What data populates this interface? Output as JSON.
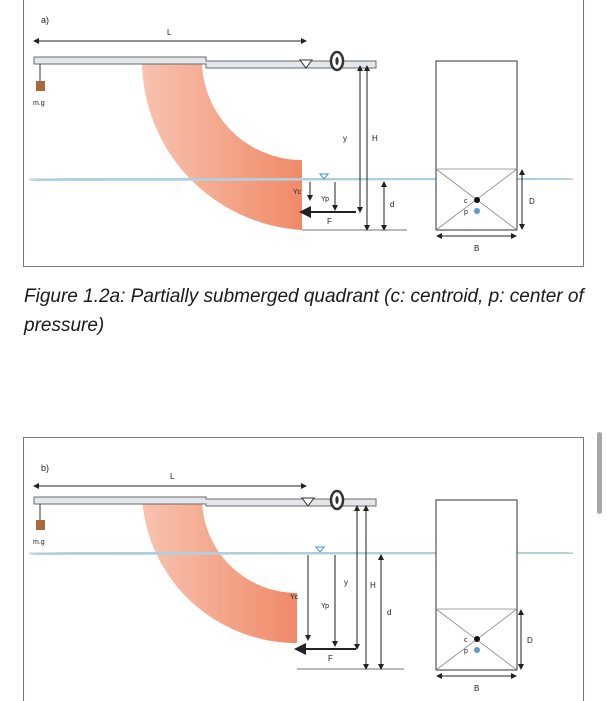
{
  "figure_a": {
    "panel_label": "a)",
    "labels": {
      "L": "L",
      "y": "y",
      "H": "H",
      "yc": "Yᴄ",
      "yp": "Yp",
      "F": "F",
      "d": "d",
      "c": "c",
      "p": "p",
      "D": "D",
      "B": "B",
      "weight": "m.g"
    }
  },
  "figure_b": {
    "panel_label": "b)",
    "labels": {
      "L": "L",
      "y": "y",
      "H": "H",
      "yc": "Yᴄ",
      "yp": "Yp",
      "F": "F",
      "d": "d",
      "c": "c",
      "p": "p",
      "D": "D",
      "B": "B",
      "weight": "m.g"
    }
  },
  "caption": "Figure 1.2a: Partially submerged quadrant (c: centroid, p: center of pressure)",
  "colors": {
    "quadrant_light": "#f8c3b0",
    "quadrant_dark": "#f08a68",
    "water": "#a8c8da",
    "weight": "#a86a3a",
    "centroid": "#111111",
    "pressure_center": "#5b9bd5",
    "border": "#6f7a8a"
  }
}
